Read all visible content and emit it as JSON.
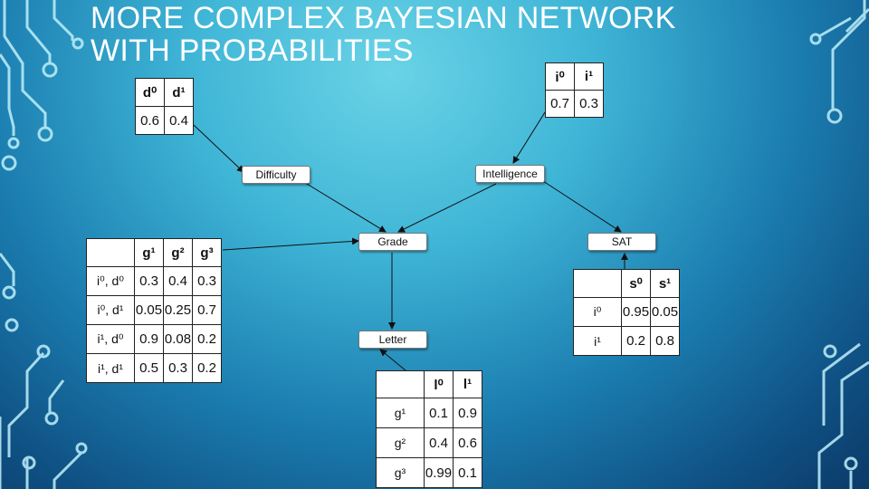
{
  "slide": {
    "title_line1": "MORE COMPLEX BAYESIAN NETWORK",
    "title_line2": "WITH PROBABILITIES",
    "accent_color": "#3fb5d6",
    "circuit_color": "#bff0fa"
  },
  "nodes": {
    "difficulty": "Difficulty",
    "intelligence": "Intelligence",
    "grade": "Grade",
    "sat": "SAT",
    "letter": "Letter"
  },
  "cpt_d": {
    "headers": [
      "d⁰",
      "d¹"
    ],
    "values": [
      "0.6",
      "0.4"
    ]
  },
  "cpt_i": {
    "headers": [
      "i⁰",
      "i¹"
    ],
    "values": [
      "0.7",
      "0.3"
    ]
  },
  "cpt_g": {
    "headers": [
      "g¹",
      "g²",
      "g³"
    ],
    "rows": [
      {
        "label": "i⁰, d⁰",
        "values": [
          "0.3",
          "0.4",
          "0.3"
        ]
      },
      {
        "label": "i⁰, d¹",
        "values": [
          "0.05",
          "0.25",
          "0.7"
        ]
      },
      {
        "label": "i¹, d⁰",
        "values": [
          "0.9",
          "0.08",
          "0.2"
        ]
      },
      {
        "label": "i¹, d¹",
        "values": [
          "0.5",
          "0.3",
          "0.2"
        ]
      }
    ]
  },
  "cpt_s": {
    "headers": [
      "s⁰",
      "s¹"
    ],
    "rows": [
      {
        "label": "i⁰",
        "values": [
          "0.95",
          "0.05"
        ]
      },
      {
        "label": "i¹",
        "values": [
          "0.2",
          "0.8"
        ]
      }
    ]
  },
  "cpt_l": {
    "headers": [
      "l⁰",
      "l¹"
    ],
    "rows": [
      {
        "label": "g¹",
        "values": [
          "0.1",
          "0.9"
        ]
      },
      {
        "label": "g²",
        "values": [
          "0.4",
          "0.6"
        ]
      },
      {
        "label": "g³",
        "values": [
          "0.99",
          "0.1"
        ]
      }
    ]
  }
}
